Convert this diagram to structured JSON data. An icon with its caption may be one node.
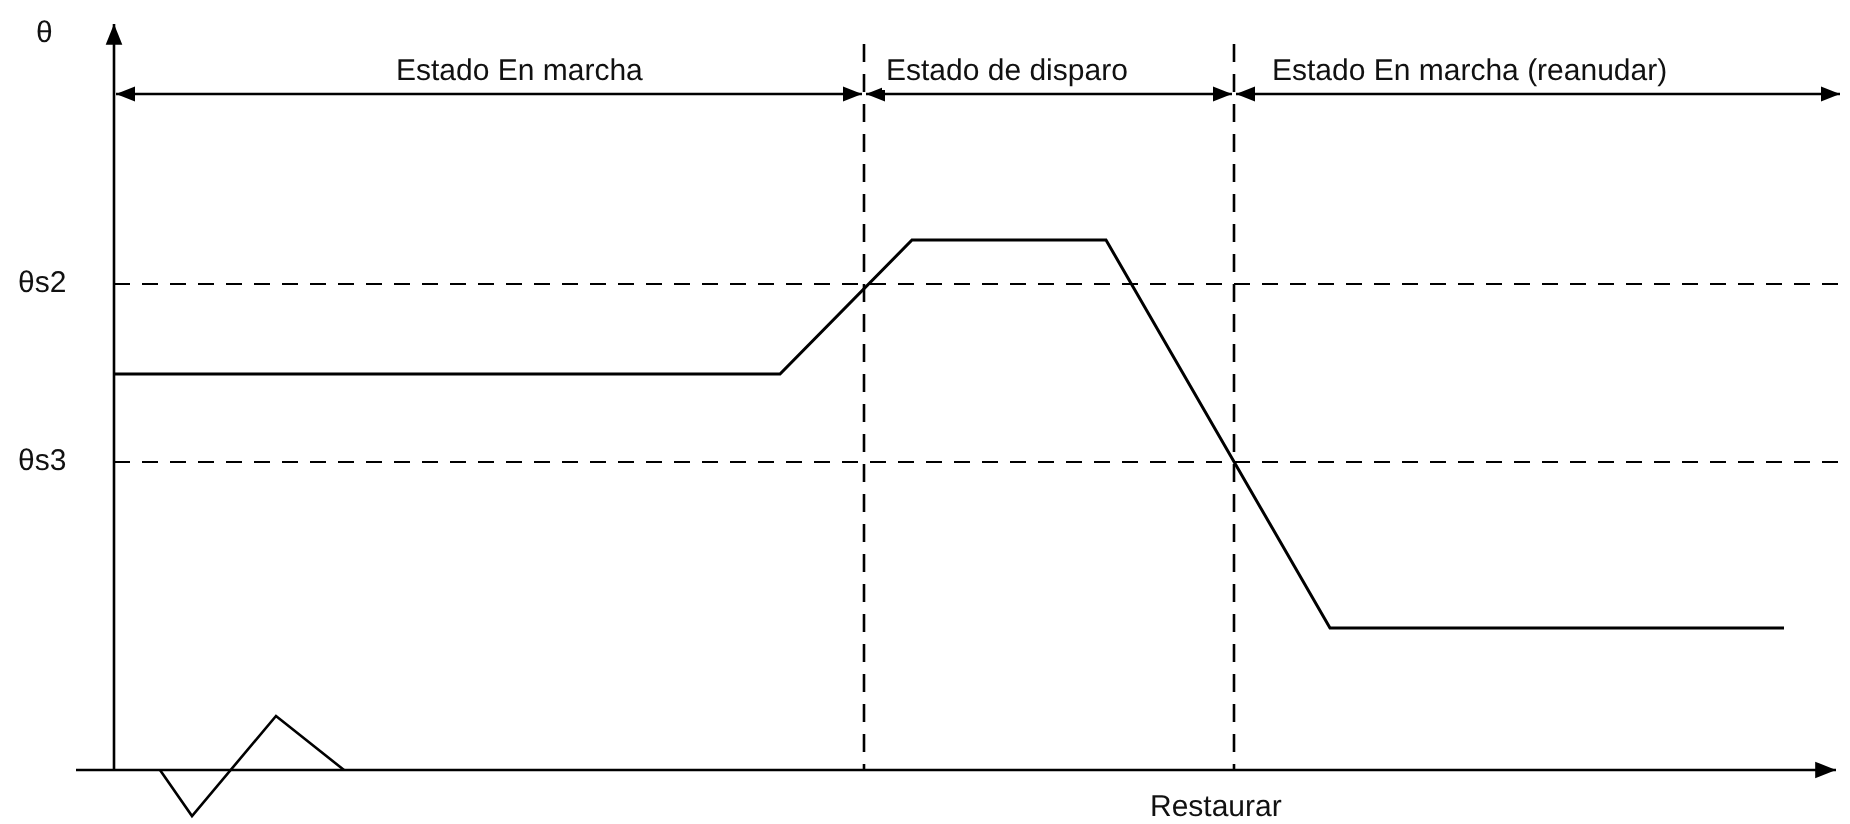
{
  "diagram": {
    "labels": [
      "θ",
      "Estado En marcha",
      "Estado de disparo",
      "Estado En marcha (reanudar)",
      "θs2",
      "θs3",
      "Restaurar"
    ]
  }
}
